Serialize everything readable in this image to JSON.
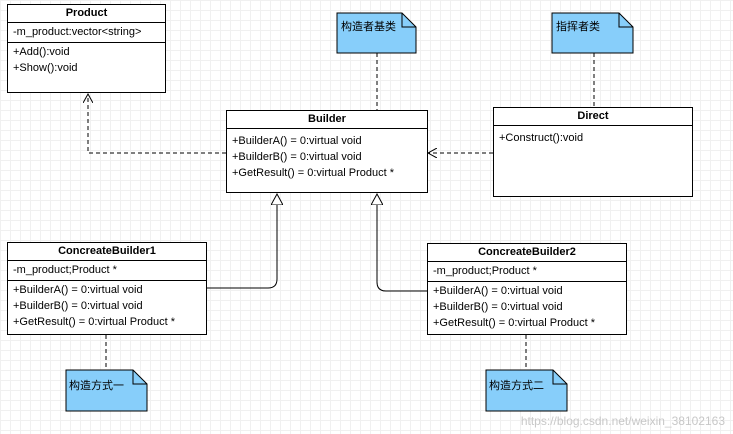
{
  "classes": {
    "product": {
      "name": "Product",
      "attributes": [
        "-m_product:vector<string>"
      ],
      "methods": [
        "+Add():void",
        "+Show():void"
      ]
    },
    "builder": {
      "name": "Builder",
      "methods": [
        "+BuilderA() = 0:virtual void",
        "+BuilderB() = 0:virtual void",
        "+GetResult() = 0:virtual Product *"
      ]
    },
    "director": {
      "name": "Direct",
      "methods": [
        "+Construct():void"
      ]
    },
    "concrete1": {
      "name": "ConcreateBuilder1",
      "attributes": [
        "-m_product;Product *"
      ],
      "methods": [
        "+BuilderA() = 0:virtual void",
        "+BuilderB() = 0:virtual void",
        "+GetResult() = 0:virtual Product *"
      ]
    },
    "concrete2": {
      "name": "ConcreateBuilder2",
      "attributes": [
        "-m_product;Product *"
      ],
      "methods": [
        "+BuilderA() = 0:virtual void",
        "+BuilderB() = 0:virtual void",
        "+GetResult() = 0:virtual Product *"
      ]
    }
  },
  "notes": {
    "builder_note": "构造者基类",
    "director_note": "指挥者类",
    "concrete1_note": "构造方式一",
    "concrete2_note": "构造方式二"
  },
  "colors": {
    "note_fill": "#87cefa",
    "line": "#000000"
  },
  "watermark": "https://blog.csdn.net/weixin_38102163"
}
